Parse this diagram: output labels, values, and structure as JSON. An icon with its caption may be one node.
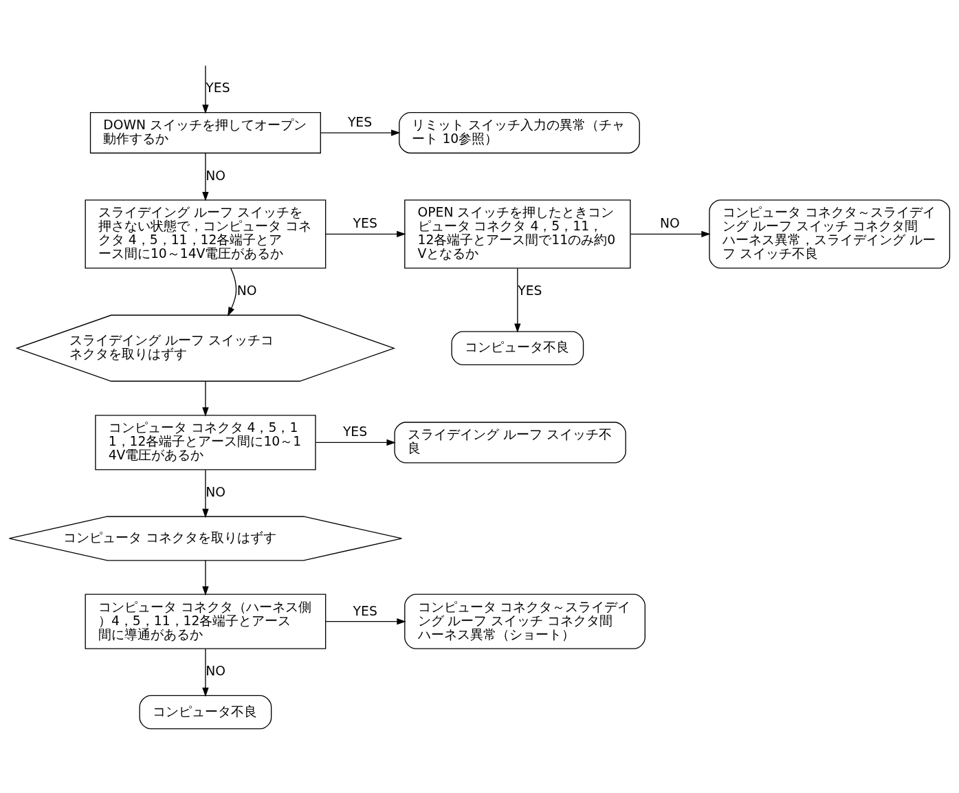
{
  "diagram": {
    "nodes": [
      {
        "text": [
          "DOWN スイッチを押してオープン動作するか"
        ]
      },
      {
        "text": [
          "リミット スイッチ入力の異常（チャート 10参照）"
        ]
      },
      {
        "text": [
          "スライデイング ルーフ スイッチを押さない状態で，コンピュータ コネクタ 4，5，11，12各端子とアース間に10～14V電圧があるか"
        ]
      },
      {
        "text": [
          "OPEN スイッチを押したときコンピュータ コネクタ 4，5，11，12各端子とアース間で11のみ約0Vとなるか"
        ]
      },
      {
        "text": [
          "コンピュータ コネクタ～スライデイング ルーフ スイッチ コネクタ間ハーネス異常，スライデイング ルーフ スイッチ不良"
        ]
      },
      {
        "text": [
          "コンピュータ不良"
        ]
      },
      {
        "text": [
          "スライデイング ルーフ スイッチコネクタを取りはずす"
        ]
      },
      {
        "text": [
          "コンピュータ コネクタ 4，5，11，12各端子とアース間に10～14V電圧があるか"
        ]
      },
      {
        "text": [
          "スライデイング ルーフ スイッチ不良"
        ]
      },
      {
        "text": [
          "コンピュータ コネクタを取りはずす"
        ]
      },
      {
        "text": [
          "コンピュータ コネクタ（ハーネス側）4，5，11，12各端子とアース間に導通があるか"
        ]
      },
      {
        "text": [
          "コンピュータ コネクタ～スライデイング ルーフ スイッチ コネクタ間ハーネス異常（ショート）"
        ]
      },
      {
        "text": [
          "コンピュータ不良"
        ]
      }
    ],
    "edges": [
      {
        "from": null,
        "to": 0,
        "arrow": "to",
        "label": "YES"
      },
      {
        "from": 0,
        "to": 1,
        "arrow": "to",
        "label": "YES"
      },
      {
        "from": 0,
        "to": 2,
        "arrow": "to",
        "label": "NO"
      },
      {
        "from": 2,
        "to": 3,
        "arrow": "to",
        "label": "YES"
      },
      {
        "from": 3,
        "to": 4,
        "arrow": "to",
        "label": "NO"
      },
      {
        "from": 3,
        "to": 5,
        "arrow": "to",
        "label": "YES"
      },
      {
        "from": 2,
        "to": 6,
        "arrow": "to",
        "label": "NO"
      },
      {
        "from": 6,
        "to": 7,
        "arrow": "to"
      },
      {
        "from": 7,
        "to": 8,
        "arrow": "to",
        "label": "YES"
      },
      {
        "from": 7,
        "to": 9,
        "arrow": "to",
        "label": "NO"
      },
      {
        "from": 9,
        "to": 10,
        "arrow": "to"
      },
      {
        "from": 10,
        "to": 11,
        "arrow": "to",
        "label": "YES"
      },
      {
        "from": 10,
        "to": 12,
        "arrow": "to",
        "label": "NO"
      }
    ]
  }
}
